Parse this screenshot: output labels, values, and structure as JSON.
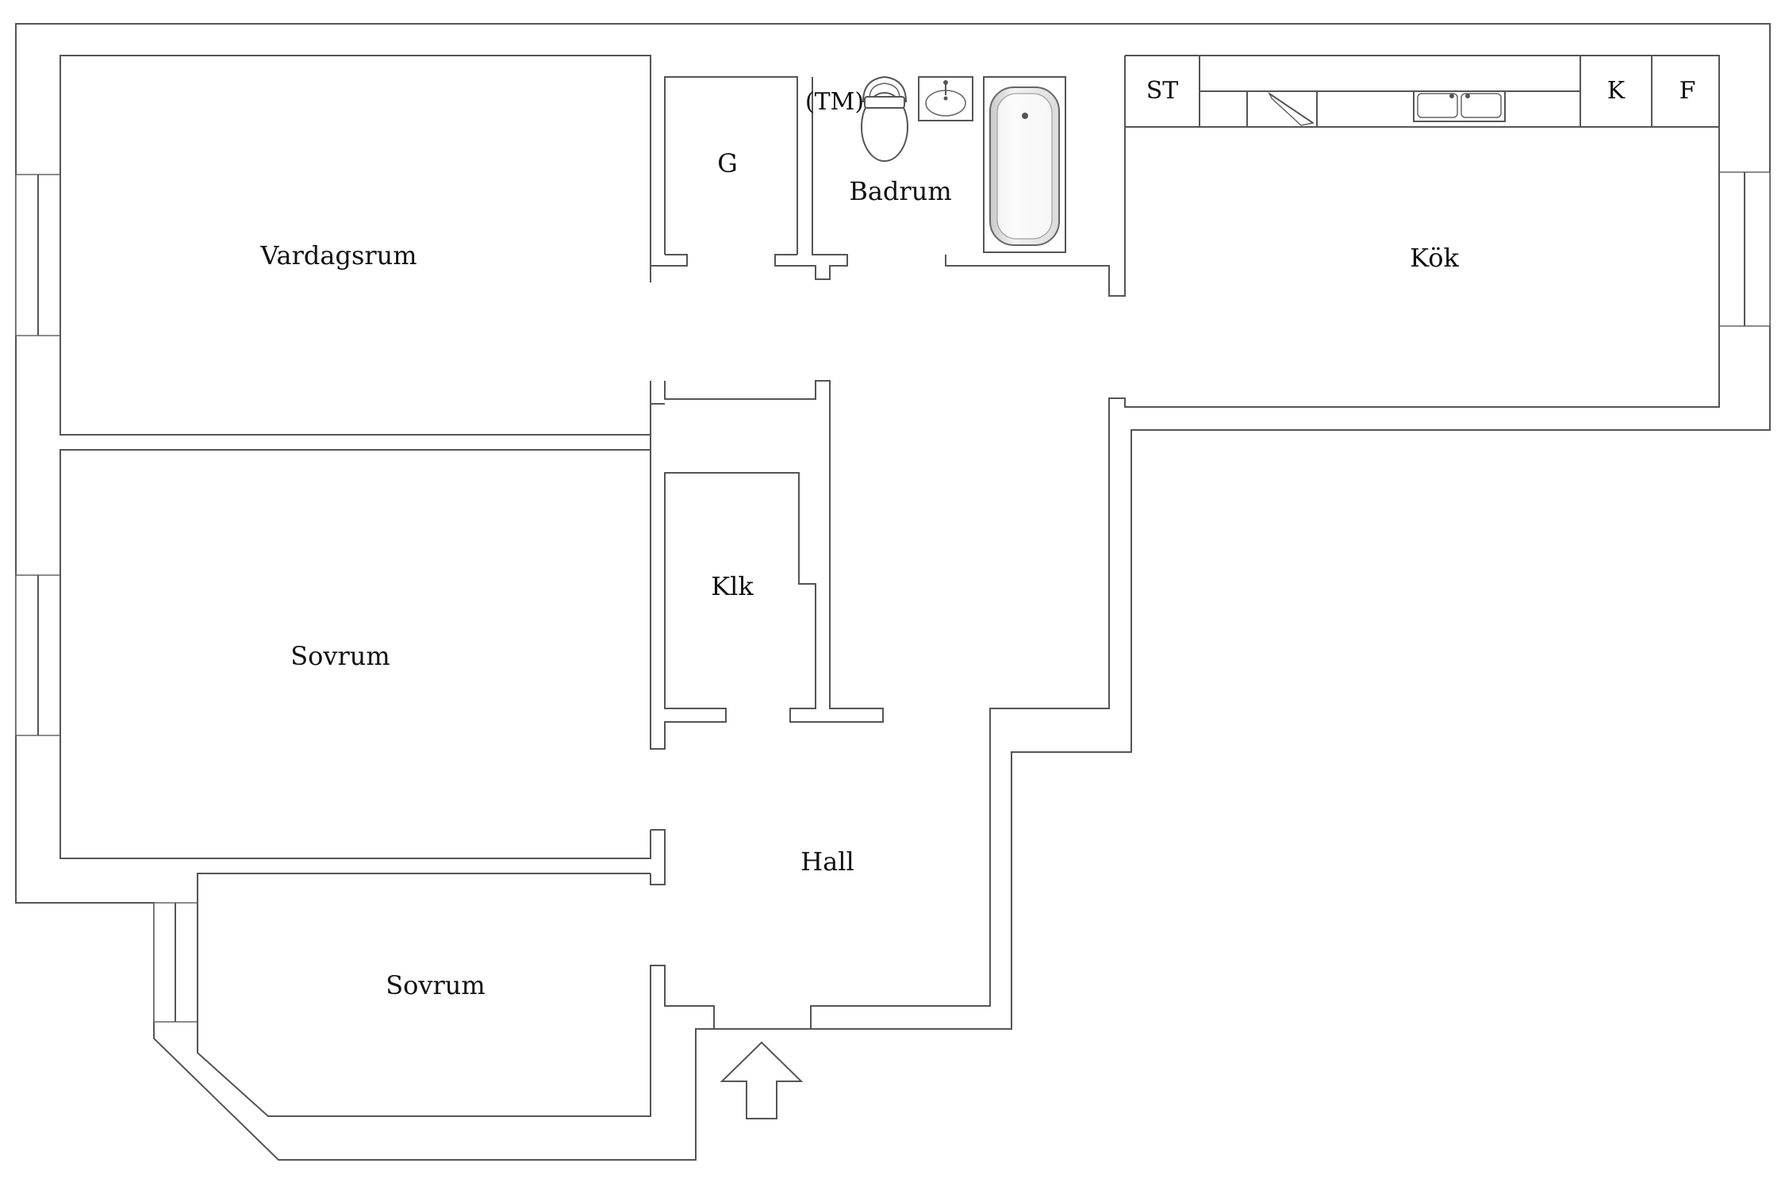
{
  "floorplan": {
    "rooms": {
      "vardagsrum": "Vardagsrum",
      "garderob": "G",
      "toalett_tm": "(TM)",
      "badrum": "Badrum",
      "kok": "Kök",
      "stadskap": "ST",
      "kyl": "K",
      "frys": "F",
      "klk": "Klk",
      "sovrum_1": "Sovrum",
      "sovrum_2": "Sovrum",
      "hall": "Hall"
    },
    "icons": {
      "entrance": "up-arrow-icon",
      "toilet": "toilet-icon",
      "sink": "sink-icon",
      "bathtub": "bathtub-icon",
      "kitchen_sink": "kitchen-sink-icon",
      "dishwasher": "dishwasher-icon"
    },
    "colors": {
      "wall": "#555555",
      "fill": "#ffffff",
      "tub_shade": "#d6d6d6"
    }
  }
}
